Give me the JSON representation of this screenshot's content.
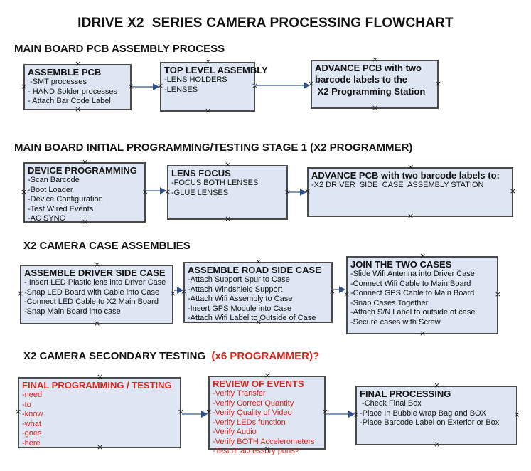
{
  "title": "IDRIVE X2  SERIES CAMERA PROCESSING FLOWCHART",
  "colors": {
    "box_fill": "#dde6f2",
    "box_border": "#4a4a4a",
    "arrow_line": "#7e97ba",
    "arrow_head": "#2f4f86",
    "red_text": "#d8261f",
    "black_text": "#121212"
  },
  "sections": [
    {
      "heading": "MAIN BOARD PCB ASSEMBLY PROCESS",
      "boxes": [
        {
          "title": "ASSEMBLE PCB",
          "lines": [
            " -SMT processes",
            "- HAND Solder processes",
            "- Attach Bar Code Label"
          ]
        },
        {
          "title": "TOP LEVEL ASSEMBLY",
          "lines": [
            "-LENS HOLDERS",
            "-LENSES"
          ]
        },
        {
          "title": "ADVANCE PCB with two",
          "lines": [
            "barcode labels to the",
            " X2 Programming Station"
          ]
        }
      ]
    },
    {
      "heading": "MAIN BOARD INITIAL PROGRAMMING/TESTING STAGE 1 (X2 PROGRAMMER)",
      "boxes": [
        {
          "title": "DEVICE PROGRAMMING",
          "lines": [
            "-Scan Barcode",
            "-Boot Loader",
            "-Device Configuration",
            "-Test Wired Events",
            "-AC SYNC"
          ]
        },
        {
          "title": "LENS FOCUS",
          "lines": [
            "-FOCUS BOTH LENSES",
            "-GLUE LENSES"
          ]
        },
        {
          "title": "ADVANCE PCB with two barcode labels to:",
          "lines": [
            "-X2 DRIVER  SIDE  CASE  ASSEMBLY STATION"
          ]
        }
      ]
    },
    {
      "heading": "X2 CAMERA CASE ASSEMBLIES",
      "boxes": [
        {
          "title": "ASSEMBLE DRIVER SIDE CASE",
          "lines": [
            "- Insert LED Plastic lens into Driver Case",
            "-Snap LED Board with Cable into Case",
            "-Connect LED Cable to X2 Main Board",
            "-Snap Main Board into case"
          ]
        },
        {
          "title": "ASSEMBLE ROAD SIDE CASE",
          "lines": [
            "-Attach Support Spur to Case",
            "-Attach Windshield Support",
            "-Attach Wifi Assembly to Case",
            "-Insert GPS Module into Case",
            "-Attach Wifi Label to Outside of Case"
          ]
        },
        {
          "title": "JOIN THE TWO CASES",
          "lines": [
            "-Slide Wifi Antenna into Driver Case",
            "-Connect Wifi Cable to Main Board",
            "-Connect GPS Cable to Main Board",
            "-Snap Cases Together",
            "-Attach S/N Label to outside of case",
            "-Secure cases with Screw"
          ]
        }
      ]
    },
    {
      "heading": "X2 CAMERA SECONDARY TESTING  ",
      "heading_suffix": "(x6 PROGRAMMER)?",
      "boxes": [
        {
          "title": "FINAL PROGRAMMING / TESTING",
          "lines": [
            "-need",
            "-to",
            "-know",
            "-what",
            "-goes",
            "-here"
          ]
        },
        {
          "title": "REVIEW OF EVENTS",
          "lines": [
            "-Verify Transfer",
            "-Verify Correct Quantity",
            "-Verify Quality of Video",
            "-Verify LEDs function",
            "-Verify Audio",
            "-Verify BOTH Accelerometers",
            "-Test of accessory ports?"
          ]
        },
        {
          "title": "FINAL PROCESSING",
          "lines": [
            " -Check Final Box",
            "-Place In Bubble wrap Bag and BOX",
            "-Place Barcode Label on Exterior or Box"
          ]
        }
      ]
    }
  ]
}
